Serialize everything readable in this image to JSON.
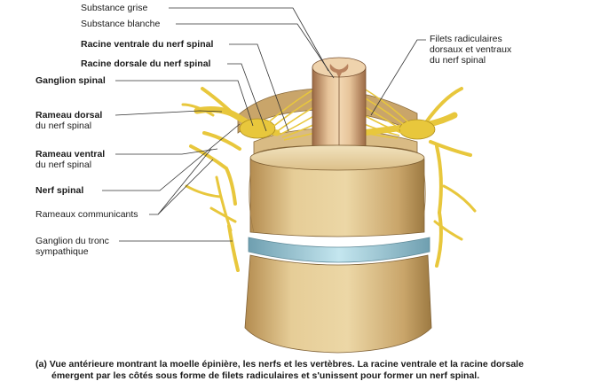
{
  "labels": {
    "substance_grise": "Substance grise",
    "substance_blanche": "Substance blanche",
    "racine_ventrale": "Racine ventrale du nerf spinal",
    "racine_dorsale": "Racine dorsale du nerf spinal",
    "ganglion_spinal": "Ganglion spinal",
    "rameau_dorsal_1": "Rameau dorsal",
    "rameau_dorsal_2": "du nerf spinal",
    "rameau_ventral_1": "Rameau ventral",
    "rameau_ventral_2": "du nerf spinal",
    "nerf_spinal": "Nerf spinal",
    "rameaux_communicants": "Rameaux communicants",
    "ganglion_tronc_1": "Ganglion du tronc",
    "ganglion_tronc_2": "sympathique",
    "filets_1": "Filets radiculaires",
    "filets_2": "dorsaux et ventraux",
    "filets_3": "du nerf spinal"
  },
  "caption": {
    "prefix": "(a)",
    "line1": "Vue antérieure montrant la moelle épinière, les nerfs et les vertèbres. La racine ventrale et la racine dorsale",
    "line2": "émergent par les côtés sous forme de filets radiculaires et s'unissent pour former un nerf spinal."
  },
  "colors": {
    "bone": "#e3c98f",
    "bone_dark": "#b99458",
    "disc": "#a9d3df",
    "nerve": "#f0d24a",
    "cord": "#d8b48a",
    "gray_matter": "#c08d6b"
  }
}
